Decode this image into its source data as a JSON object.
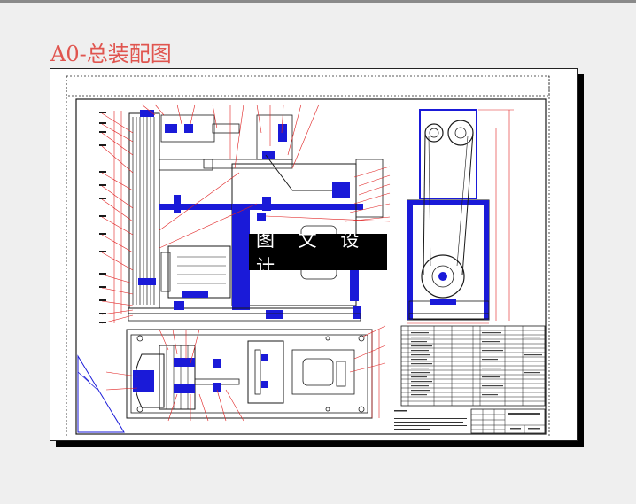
{
  "header": {
    "title": "A0-总装配图"
  },
  "watermark": {
    "text": "图 文 设 计"
  },
  "colors": {
    "title": "#e0554f",
    "frame_red": "#e02020",
    "part_blue": "#1a1ad8",
    "line_dark": "#1a1a1a",
    "background": "#efefef"
  },
  "drawing": {
    "views": [
      "front-view",
      "side-view",
      "top-view"
    ],
    "has_parts_list_table": true,
    "has_title_block": true
  }
}
